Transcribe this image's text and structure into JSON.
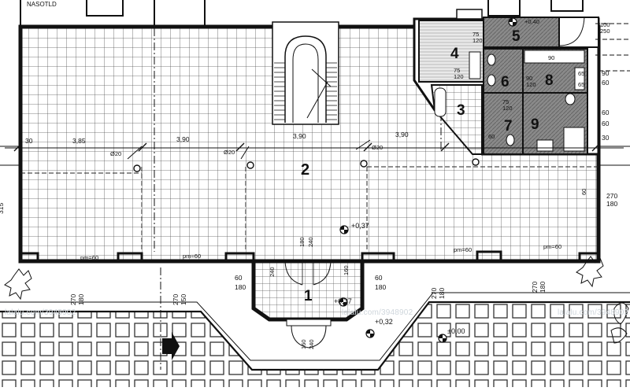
{
  "rooms": [
    {
      "id": "1",
      "label": "1"
    },
    {
      "id": "2",
      "label": "2"
    },
    {
      "id": "3",
      "label": "3"
    },
    {
      "id": "4",
      "label": "4"
    },
    {
      "id": "5",
      "label": "5"
    },
    {
      "id": "6",
      "label": "6"
    },
    {
      "id": "7",
      "label": "7"
    },
    {
      "id": "8",
      "label": "8"
    },
    {
      "id": "9",
      "label": "9"
    }
  ],
  "dimensions": {
    "left_edge": "30",
    "span_1": "3,85",
    "span_2": "3,90",
    "span_3": "3,90",
    "span_4": "3,90",
    "right_edge": "30",
    "left_height": "315",
    "diam_1": "Ø20",
    "diam_2": "Ø20",
    "diam_3": "Ø20",
    "pm_1": "pm=60",
    "pm_2": "pm=60",
    "pm_3": "pm=60",
    "pm_4": "pm=60",
    "right_opening_top": "270",
    "right_opening_bottom": "180",
    "stair_opening_top": "180",
    "stair_opening_bottom": "240",
    "entry_top": "240",
    "entry_bottom": "160",
    "left_step_top": "60",
    "left_step_bottom": "180",
    "right_step_top": "60",
    "right_step_bottom": "180",
    "win_a_top": "270",
    "win_a_bottom": "180",
    "win_b_top": "270",
    "win_b_bottom": "150",
    "win_c_top": "270",
    "win_c_bottom": "180",
    "win_d_top": "270",
    "win_d_bottom": "180",
    "lower_door_top": "160",
    "lower_door_bottom": "240",
    "wet_1_top": "75",
    "wet_1_bottom": "120",
    "wet_2_top": "75",
    "wet_2_bottom": "120",
    "wet_3_top": "90",
    "wet_3_bottom": "120",
    "wet_4_top": "75",
    "wet_4_bottom": "120",
    "wet_5": "90",
    "wet_6": "60",
    "wet_7": "60",
    "wet_8_top": "100",
    "wet_8_bottom": "250",
    "wet_9": "65",
    "wet_10": "65",
    "wet_11": "60",
    "wet_12": "60",
    "wet_13": "90",
    "right_col": "60"
  },
  "levels": {
    "main": "+0,37",
    "entry": "+0,37",
    "wet": "+0,40",
    "walk": "+0,32",
    "ground": "±0,00"
  },
  "top_label": "NASOTLD",
  "watermark": "lalalu.com/3948902"
}
